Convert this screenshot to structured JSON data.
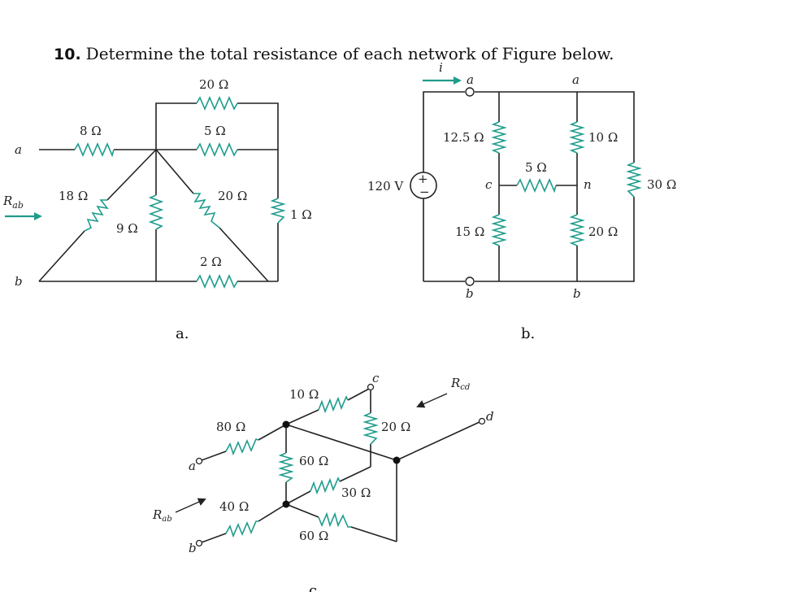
{
  "question": {
    "number": "10.",
    "text": "Determine the total resistance of each network of Figure below."
  },
  "figure_a": {
    "caption": "a.",
    "node_a": "a",
    "node_b": "b",
    "rab": "R",
    "rab_sub": "ab",
    "r_top": "20 Ω",
    "r_8": "8 Ω",
    "r_5": "5 Ω",
    "r_18": "18 Ω",
    "r_9": "9 Ω",
    "r_20": "20 Ω",
    "r_1": "1 Ω",
    "r_2": "2 Ω"
  },
  "figure_b": {
    "caption": "b.",
    "current": "i",
    "node_a1": "a",
    "node_a2": "a",
    "node_b1": "b",
    "node_b2": "b",
    "node_c": "c",
    "node_n": "n",
    "source": "120 V",
    "plus": "+",
    "minus": "−",
    "r_125": "12.5 Ω",
    "r_15": "15 Ω",
    "r_5": "5 Ω",
    "r_10": "10 Ω",
    "r_20": "20 Ω",
    "r_30": "30 Ω"
  },
  "figure_c": {
    "caption": "c.",
    "node_a": "a",
    "node_b": "b",
    "node_c": "c",
    "node_d": "d",
    "rab": "R",
    "rab_sub": "ab",
    "rcd": "R",
    "rcd_sub": "cd",
    "r_10": "10 Ω",
    "r_80": "80 Ω",
    "r_20": "20 Ω",
    "r_60a": "60 Ω",
    "r_30": "30 Ω",
    "r_40": "40 Ω",
    "r_60b": "60 Ω"
  },
  "colors": {
    "resistor": "#1f9c8c",
    "wire": "#222222"
  }
}
